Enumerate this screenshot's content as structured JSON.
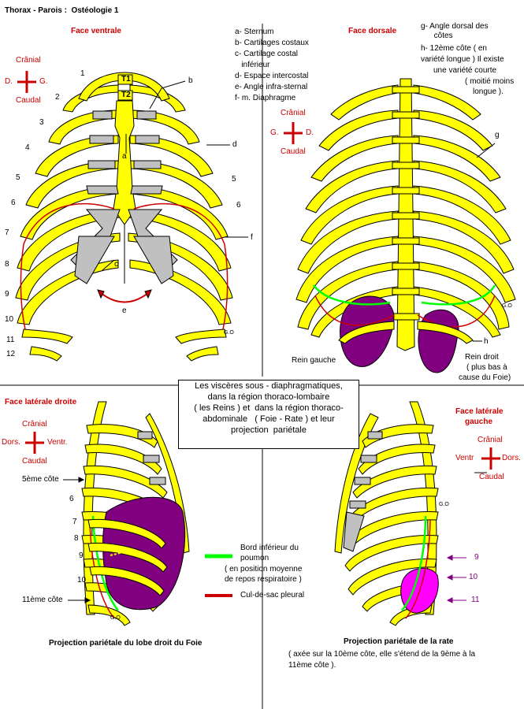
{
  "header": {
    "title": "Thorax - Parois :  Ostéologie 1"
  },
  "ventral": {
    "heading": "Face ventrale",
    "compass": {
      "up": "Crânial",
      "down": "Caudal",
      "left": "D.",
      "right": "G."
    },
    "t1": "T1",
    "t2": "T2",
    "rib_numbers": [
      "1",
      "2",
      "3",
      "4",
      "5",
      "6",
      "7",
      "8",
      "9",
      "10",
      "11",
      "12"
    ],
    "rib_numbers_right": [
      "6"
    ],
    "letters": {
      "a": "a",
      "b": "b",
      "c": "c",
      "d": "d",
      "e": "e",
      "f": "f"
    },
    "signature": "G.O"
  },
  "legend": {
    "items": [
      "a- Sternum",
      "b- Cartilages costaux",
      "c- Cartilage costal",
      "   inférieur",
      "d- Espace intercostal",
      "e- Angle infra-sternal",
      "f- m. Diaphragme"
    ]
  },
  "dorsal": {
    "heading": "Face dorsale",
    "compass": {
      "up": "Crânial",
      "down": "Caudal",
      "left": "G.",
      "right": "D."
    },
    "notes": [
      "g- Angle dorsal des",
      "      côtes",
      "h- 12ème côte ( en",
      "variété longue ) Il existe",
      "une variété courte",
      "( moitié moins",
      "longue )."
    ],
    "letter_g": "g",
    "letter_h": "h",
    "kidney_left": "Rein gauche",
    "kidney_right": [
      "Rein droit",
      "( plus bas à",
      "cause du Foie)"
    ],
    "signature": "G.O"
  },
  "center_box": {
    "lines": [
      "Les viscères sous - diaphragmatiques,",
      "dans la région thoraco-lombaire",
      "( les Reins ) et  dans la région thoraco-",
      "abdominale   ( Foie - Rate ) et leur",
      "projection  pariétale"
    ]
  },
  "lateral_right": {
    "heading": "Face latérale droite",
    "compass": {
      "up": "Crânial",
      "down": "Caudal",
      "left": "Dors.",
      "right": "Ventr."
    },
    "labels": [
      "5ème côte",
      "6",
      "7",
      "8",
      "9",
      "10",
      "11ème côte"
    ],
    "caption": "Projection pariétale du lobe droit du Foie",
    "signature": "G.O"
  },
  "lateral_left": {
    "heading": [
      "Face latérale",
      "gauche"
    ],
    "compass": {
      "up": "Crânial",
      "down": "Caudal",
      "left": "Ventr",
      "right": "Dors."
    },
    "labels": [
      "9",
      "10",
      "11"
    ],
    "caption": "Projection pariétale de la rate",
    "caption_note": [
      "( axée sur la 10ème côte, elle s'étend de la 9ème à la",
      "11ème côte )."
    ],
    "signature": "G.O"
  },
  "key": {
    "green": [
      "Bord inférieur du",
      "poumon",
      "( en position moyenne",
      "de repos respiratoire )"
    ],
    "red": "Cul-de-sac pleural"
  },
  "colors": {
    "bone": "#ffff00",
    "cartilage": "#c0c0c0",
    "organ": "#800080",
    "lung": "#00ff00",
    "pleura": "#cc0000",
    "spleen": "#ff00ff"
  }
}
